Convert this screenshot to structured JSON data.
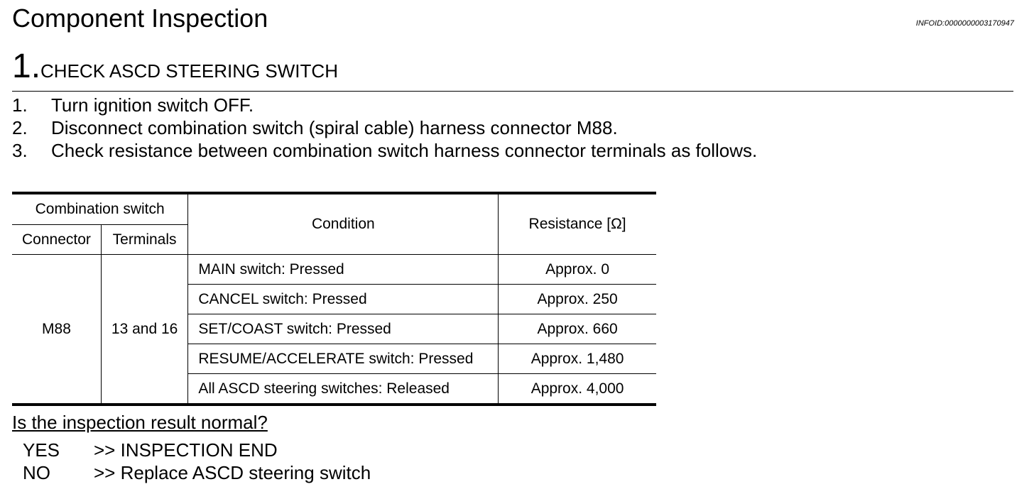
{
  "header": {
    "title": "Component Inspection",
    "info_id": "INFOID:0000000003170947"
  },
  "step": {
    "number": "1.",
    "title": "CHECK ASCD STEERING SWITCH"
  },
  "procedure": [
    {
      "num": "1.",
      "text": "Turn ignition switch OFF."
    },
    {
      "num": "2.",
      "text": "Disconnect combination switch (spiral cable) harness connector M88."
    },
    {
      "num": "3.",
      "text": "Check resistance between combination switch harness connector terminals as follows."
    }
  ],
  "table": {
    "group_header": "Combination switch",
    "connector_header": "Connector",
    "terminals_header": "Terminals",
    "condition_header": "Condition",
    "resistance_header": "Resistance [Ω]",
    "connector": "M88",
    "terminals": "13 and 16",
    "rows": [
      {
        "condition": "MAIN switch: Pressed",
        "resistance": "Approx. 0"
      },
      {
        "condition": "CANCEL switch: Pressed",
        "resistance": "Approx. 250"
      },
      {
        "condition": "SET/COAST switch: Pressed",
        "resistance": "Approx. 660"
      },
      {
        "condition": "RESUME/ACCELERATE switch: Pressed",
        "resistance": "Approx. 1,480"
      },
      {
        "condition": "All ASCD steering switches: Released",
        "resistance": "Approx. 4,000"
      }
    ]
  },
  "question": "Is the inspection result normal?",
  "answers": [
    {
      "key": "YES",
      "value": ">> INSPECTION END"
    },
    {
      "key": "NO",
      "value": ">> Replace ASCD steering switch"
    }
  ]
}
